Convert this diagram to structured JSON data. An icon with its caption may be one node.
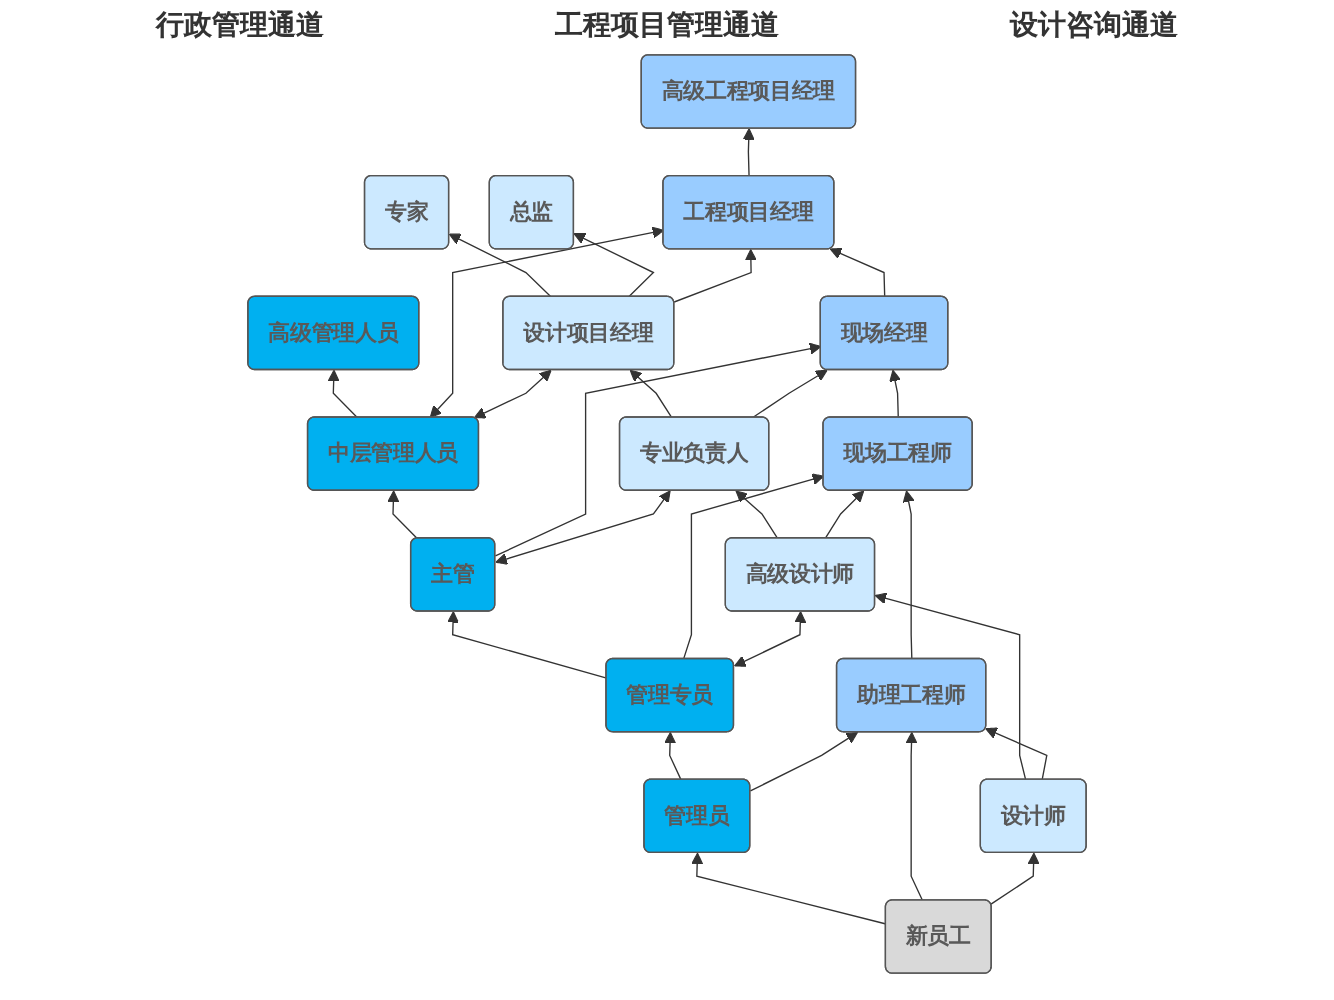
{
  "diagram": {
    "nodes": [
      {
        "text": [
          "高级管理人员"
        ]
      },
      {
        "text": [
          "高级工程项目经理"
        ]
      },
      {
        "text": [
          "专家"
        ]
      },
      {
        "text": [
          "总监"
        ]
      },
      {
        "text": [
          "中层管理人员"
        ]
      },
      {
        "text": [
          "工程项目经理"
        ]
      },
      {
        "text": [
          "设计项目经理"
        ]
      },
      {
        "text": [
          "主管"
        ]
      },
      {
        "text": [
          "现场经理"
        ]
      },
      {
        "text": [
          "专业负责人"
        ]
      },
      {
        "text": [
          "管理专员"
        ]
      },
      {
        "text": [
          "现场工程师"
        ]
      },
      {
        "text": [
          "高级设计师"
        ]
      },
      {
        "text": [
          "管理员"
        ]
      },
      {
        "text": [
          "助理工程师"
        ]
      },
      {
        "text": [
          "设计师"
        ]
      },
      {
        "text": [
          "新员工"
        ]
      }
    ],
    "edges": [
      {
        "from": 4,
        "to": 0,
        "arrow": "to"
      },
      {
        "from": 5,
        "to": 1,
        "arrow": "to"
      },
      {
        "from": 6,
        "to": 2,
        "arrow": "to"
      },
      {
        "from": 6,
        "to": 3,
        "arrow": "to"
      },
      {
        "from": 4,
        "to": 5,
        "arrow": "both"
      },
      {
        "from": 6,
        "to": 5,
        "arrow": "to"
      },
      {
        "from": 7,
        "to": 4,
        "arrow": "to"
      },
      {
        "from": 8,
        "to": 5,
        "arrow": "to"
      },
      {
        "from": 9,
        "to": 6,
        "arrow": "to"
      },
      {
        "from": 4,
        "to": 6,
        "arrow": "both"
      },
      {
        "from": 7,
        "to": 8,
        "arrow": "to"
      },
      {
        "from": 9,
        "to": 8,
        "arrow": "to"
      },
      {
        "from": 10,
        "to": 7,
        "arrow": "to"
      },
      {
        "from": 11,
        "to": 8,
        "arrow": "to"
      },
      {
        "from": 12,
        "to": 9,
        "arrow": "to"
      },
      {
        "from": 7,
        "to": 9,
        "arrow": "both"
      },
      {
        "from": 10,
        "to": 11,
        "arrow": "to"
      },
      {
        "from": 12,
        "to": 11,
        "arrow": "to"
      },
      {
        "from": 13,
        "to": 10,
        "arrow": "to"
      },
      {
        "from": 14,
        "to": 11,
        "arrow": "to"
      },
      {
        "from": 15,
        "to": 12,
        "arrow": "to"
      },
      {
        "from": 10,
        "to": 12,
        "arrow": "both"
      },
      {
        "from": 13,
        "to": 14,
        "arrow": "to"
      },
      {
        "from": 15,
        "to": 14,
        "arrow": "to"
      },
      {
        "from": 16,
        "to": 13,
        "arrow": "to"
      },
      {
        "from": 16,
        "to": 14,
        "arrow": "to"
      },
      {
        "from": 16,
        "to": 15,
        "arrow": "to"
      }
    ],
    "labels": [
      "行政管理通道",
      "工程项目管理通道",
      "设计咨询通道"
    ]
  }
}
